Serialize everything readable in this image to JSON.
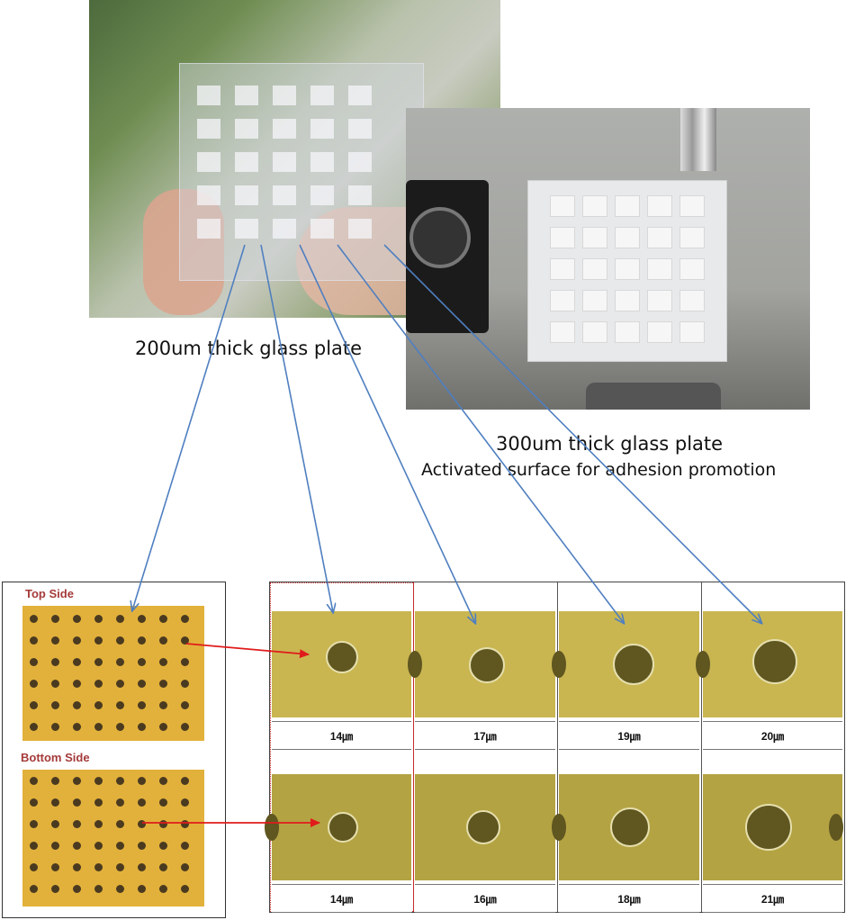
{
  "captions": {
    "plate_200": "200um thick glass plate",
    "plate_300": "300um thick glass plate",
    "plate_300_sub": "Activated surface for adhesion promotion"
  },
  "side_labels": {
    "top": "Top Side",
    "bottom": "Bottom Side"
  },
  "measurements": {
    "top_row": [
      "14㎛",
      "17㎛",
      "19㎛",
      "20㎛"
    ],
    "bottom_row": [
      "14㎛",
      "16㎛",
      "18㎛",
      "21㎛"
    ]
  },
  "colors": {
    "blue_arrow": "#4f7fc0",
    "red_arrow": "#e01b1b",
    "side_label": "#a53a3a",
    "microscope_bg": "#e2b13b"
  }
}
